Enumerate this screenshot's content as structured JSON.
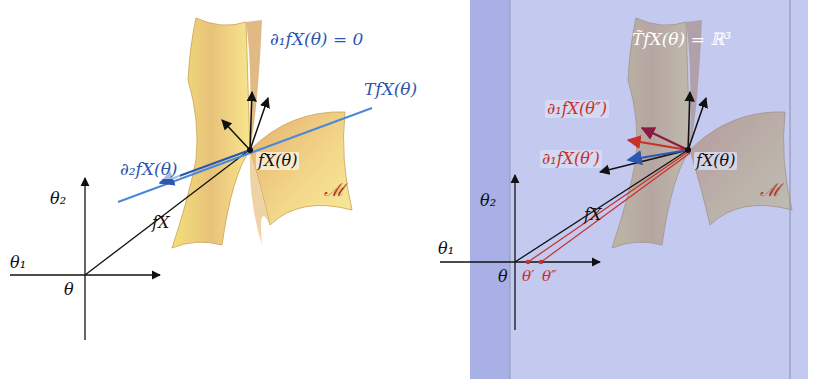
{
  "diagram": {
    "labels": [
      "∂₁fX(θ) = 0",
      "TfX(θ)",
      "∂₂fX(θ)",
      "fX(θ)",
      "θ₂",
      "fX",
      "ℳ",
      "θ₁",
      "θ",
      "T̃fX(θ) = ℝ³",
      "∂₁fX(θ″)",
      "∂₁fX(θ′)",
      "fX(θ)",
      "θ₂",
      "fX",
      "ℳ",
      "θ₁",
      "θ",
      "θ′",
      "θ″"
    ]
  }
}
